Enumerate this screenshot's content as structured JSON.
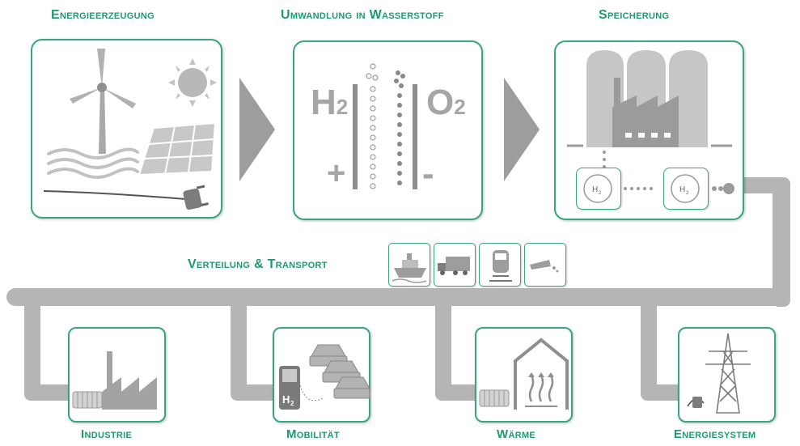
{
  "titles": {
    "generation": "Energieerzeugung",
    "conversion": "Umwandlung in Wasserstoff",
    "storage": "Speicherung",
    "transport": "Verteilung & Transport",
    "industry": "Industrie",
    "mobility": "Mobilität",
    "heat": "Wärme",
    "energy_system": "Energiesystem"
  },
  "labels": {
    "h2": "H",
    "h2_sub": "2",
    "o2": "O",
    "o2_sub": "2",
    "plus": "+",
    "minus": "-"
  },
  "colors": {
    "accent": "#1f9873",
    "pipe": "#b5b5b5",
    "icon": "#9a9a9a"
  }
}
